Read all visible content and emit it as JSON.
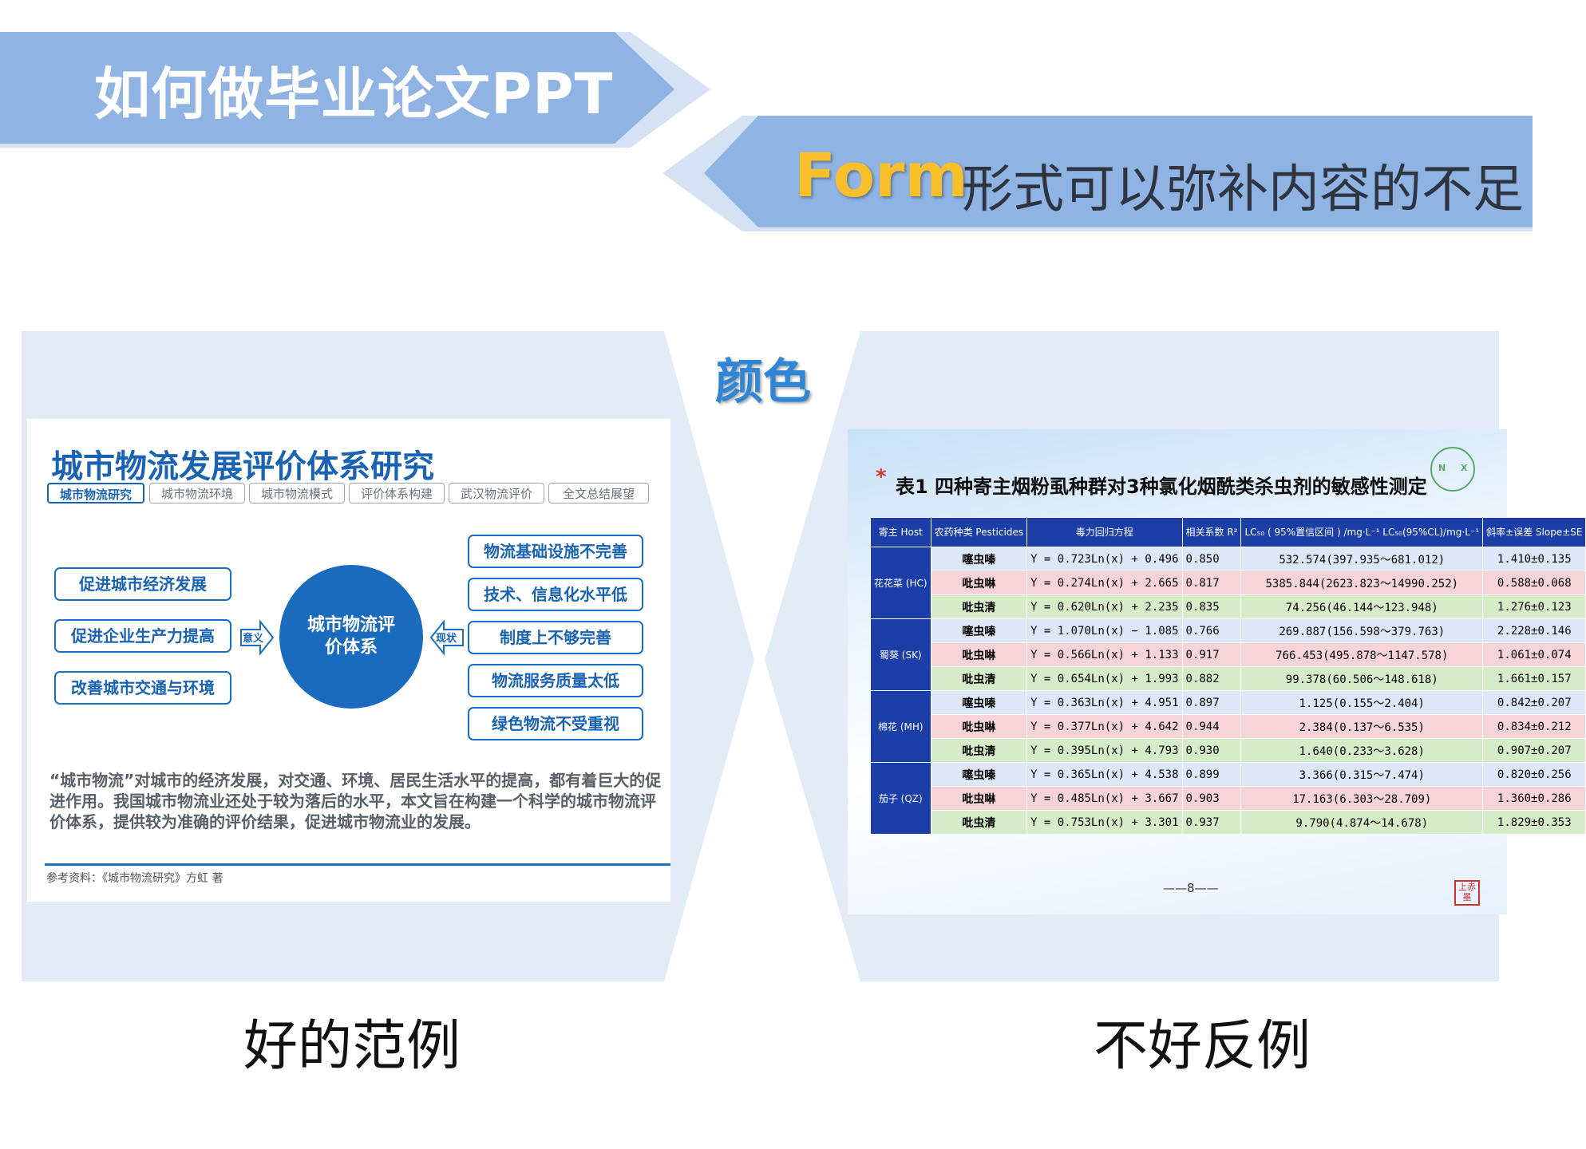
{
  "header": {
    "title": "如何做毕业论文PPT",
    "subtitle_highlight": "Form",
    "subtitle_rest": "形式可以弥补内容的不足"
  },
  "center_label": "颜色",
  "colors": {
    "banner_dark": "#8fb3e3",
    "banner_light": "#d4e2f3",
    "panel_bg": "#e3ebf6",
    "highlight_yellow": "#f7c02b",
    "accent_blue": "#2f86d6"
  },
  "good_example": {
    "caption": "好的范例",
    "slide": {
      "title": "城市物流发展评价体系研究",
      "tabs": [
        "城市物流研究",
        "城市物流环境",
        "城市物流模式",
        "评价体系构建",
        "武汉物流评价",
        "全文总结展望"
      ],
      "left_boxes": [
        "促进城市经济发展",
        "促进企业生产力提高",
        "改善城市交通与环境"
      ],
      "center": "城市物流评价体系",
      "left_arrow_label": "意义",
      "right_arrow_label": "现状",
      "right_boxes": [
        "物流基础设施不完善",
        "技术、信息化水平低",
        "制度上不够完善",
        "物流服务质量太低",
        "绿色物流不受重视"
      ],
      "paragraph": "“城市物流”对城市的经济发展，对交通、环境、居民生活水平的提高，都有着巨大的促进作用。我国城市物流业还处于较为落后的水平，本文旨在构建一个科学的城市物流评价体系，提供较为准确的评价结果，促进城市物流业的发展。",
      "reference": "参考资料：《城市物流研究》方虹 著"
    }
  },
  "bad_example": {
    "caption": "不好反例",
    "slide": {
      "star": "*",
      "title": "表1 四种寄主烟粉虱种群对3种氯化烟酰类杀虫剂的敏感性测定",
      "logo_letters": [
        "N",
        "X"
      ],
      "headers": [
        "寄主 Host",
        "农药种类 Pesticides",
        "毒力回归方程",
        "相关系数 R²",
        "LC₅₀ ( 95%置信区间 ) /mg·L⁻¹ LC₅₀(95%CL)/mg·L⁻¹",
        "斜率±误差 Slope±SE"
      ],
      "groups": [
        {
          "host": "花花菜 (HC)",
          "rows": [
            {
              "pest": "噻虫嗪",
              "eq": "Y = 0.723Ln(x) + 0.496",
              "r2": "0.850",
              "lc": "532.574(397.935～681.012)",
              "slope": "1.410±0.135"
            },
            {
              "pest": "吡虫啉",
              "eq": "Y = 0.274Ln(x) + 2.665",
              "r2": "0.817",
              "lc": "5385.844(2623.823～14990.252)",
              "slope": "0.588±0.068"
            },
            {
              "pest": "吡虫清",
              "eq": "Y = 0.620Ln(x) + 2.235",
              "r2": "0.835",
              "lc": "74.256(46.144～123.948)",
              "slope": "1.276±0.123"
            }
          ]
        },
        {
          "host": "蜀葵 (SK)",
          "rows": [
            {
              "pest": "噻虫嗪",
              "eq": "Y = 1.070Ln(x) − 1.085",
              "r2": "0.766",
              "lc": "269.887(156.598～379.763)",
              "slope": "2.228±0.146"
            },
            {
              "pest": "吡虫啉",
              "eq": "Y = 0.566Ln(x) + 1.133",
              "r2": "0.917",
              "lc": "766.453(495.878～1147.578)",
              "slope": "1.061±0.074"
            },
            {
              "pest": "吡虫清",
              "eq": "Y = 0.654Ln(x) + 1.993",
              "r2": "0.882",
              "lc": "99.378(60.506～148.618)",
              "slope": "1.661±0.157"
            }
          ]
        },
        {
          "host": "棉花 (MH)",
          "rows": [
            {
              "pest": "噻虫嗪",
              "eq": "Y = 0.363Ln(x) + 4.951",
              "r2": "0.897",
              "lc": "1.125(0.155～2.404)",
              "slope": "0.842±0.207"
            },
            {
              "pest": "吡虫啉",
              "eq": "Y = 0.377Ln(x) + 4.642",
              "r2": "0.944",
              "lc": "2.384(0.137～6.535)",
              "slope": "0.834±0.212"
            },
            {
              "pest": "吡虫清",
              "eq": "Y = 0.395Ln(x) + 4.793",
              "r2": "0.930",
              "lc": "1.640(0.233～3.628)",
              "slope": "0.907±0.207"
            }
          ]
        },
        {
          "host": "茄子 (QZ)",
          "rows": [
            {
              "pest": "噻虫嗪",
              "eq": "Y = 0.365Ln(x) + 4.538",
              "r2": "0.899",
              "lc": "3.366(0.315～7.474)",
              "slope": "0.820±0.256"
            },
            {
              "pest": "吡虫啉",
              "eq": "Y = 0.485Ln(x) + 3.667",
              "r2": "0.903",
              "lc": "17.163(6.303～28.709)",
              "slope": "1.360±0.286"
            },
            {
              "pest": "吡虫清",
              "eq": "Y = 0.753Ln(x) + 3.301",
              "r2": "0.937",
              "lc": "9.790(4.874～14.678)",
              "slope": "1.829±0.353"
            }
          ]
        }
      ],
      "page_number": "——8——",
      "seal_text": "上赤 墨"
    }
  }
}
